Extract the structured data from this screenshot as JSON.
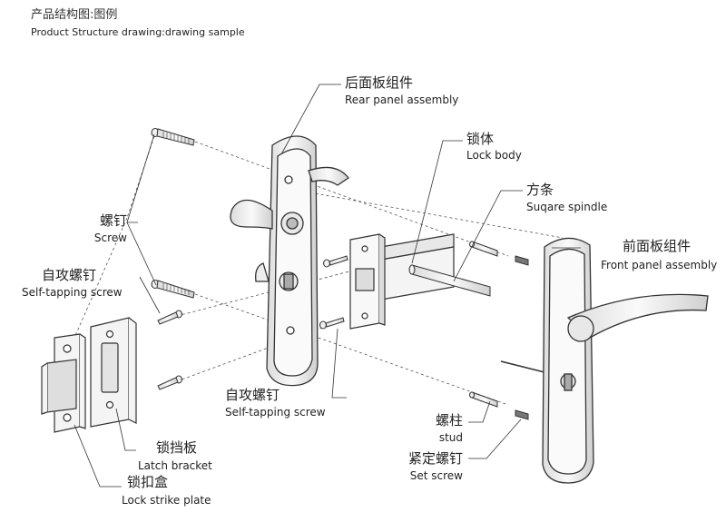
{
  "header": {
    "title_cn": "产品结构图:图例",
    "title_en": "Product Structure drawing:drawing sample"
  },
  "labels": {
    "rear_panel": {
      "cn": "后面板组件",
      "en": "Rear panel assembly"
    },
    "lock_body": {
      "cn": "锁体",
      "en": "Lock body"
    },
    "spindle": {
      "cn": "方条",
      "en": "Suqare spindle"
    },
    "front_panel": {
      "cn": "前面板组件",
      "en": "Front panel assembly"
    },
    "screw": {
      "cn": "螺钉",
      "en": "Screw"
    },
    "self_tapping_left": {
      "cn": "自攻螺钉",
      "en": "Self-tapping screw"
    },
    "self_tapping_center": {
      "cn": "自攻螺钉",
      "en": "Self-tapping screw"
    },
    "stud": {
      "cn": "螺柱",
      "en": "stud"
    },
    "set_screw": {
      "cn": "紧定螺钉",
      "en": "Set screw"
    },
    "latch_bracket": {
      "cn": "锁挡板",
      "en": "Latch bracket"
    },
    "strike_plate": {
      "cn": "锁扣盒",
      "en": "Lock strike plate"
    }
  },
  "colors": {
    "line": "#333333",
    "fill": "#f2f2f2",
    "text": "#222222"
  }
}
